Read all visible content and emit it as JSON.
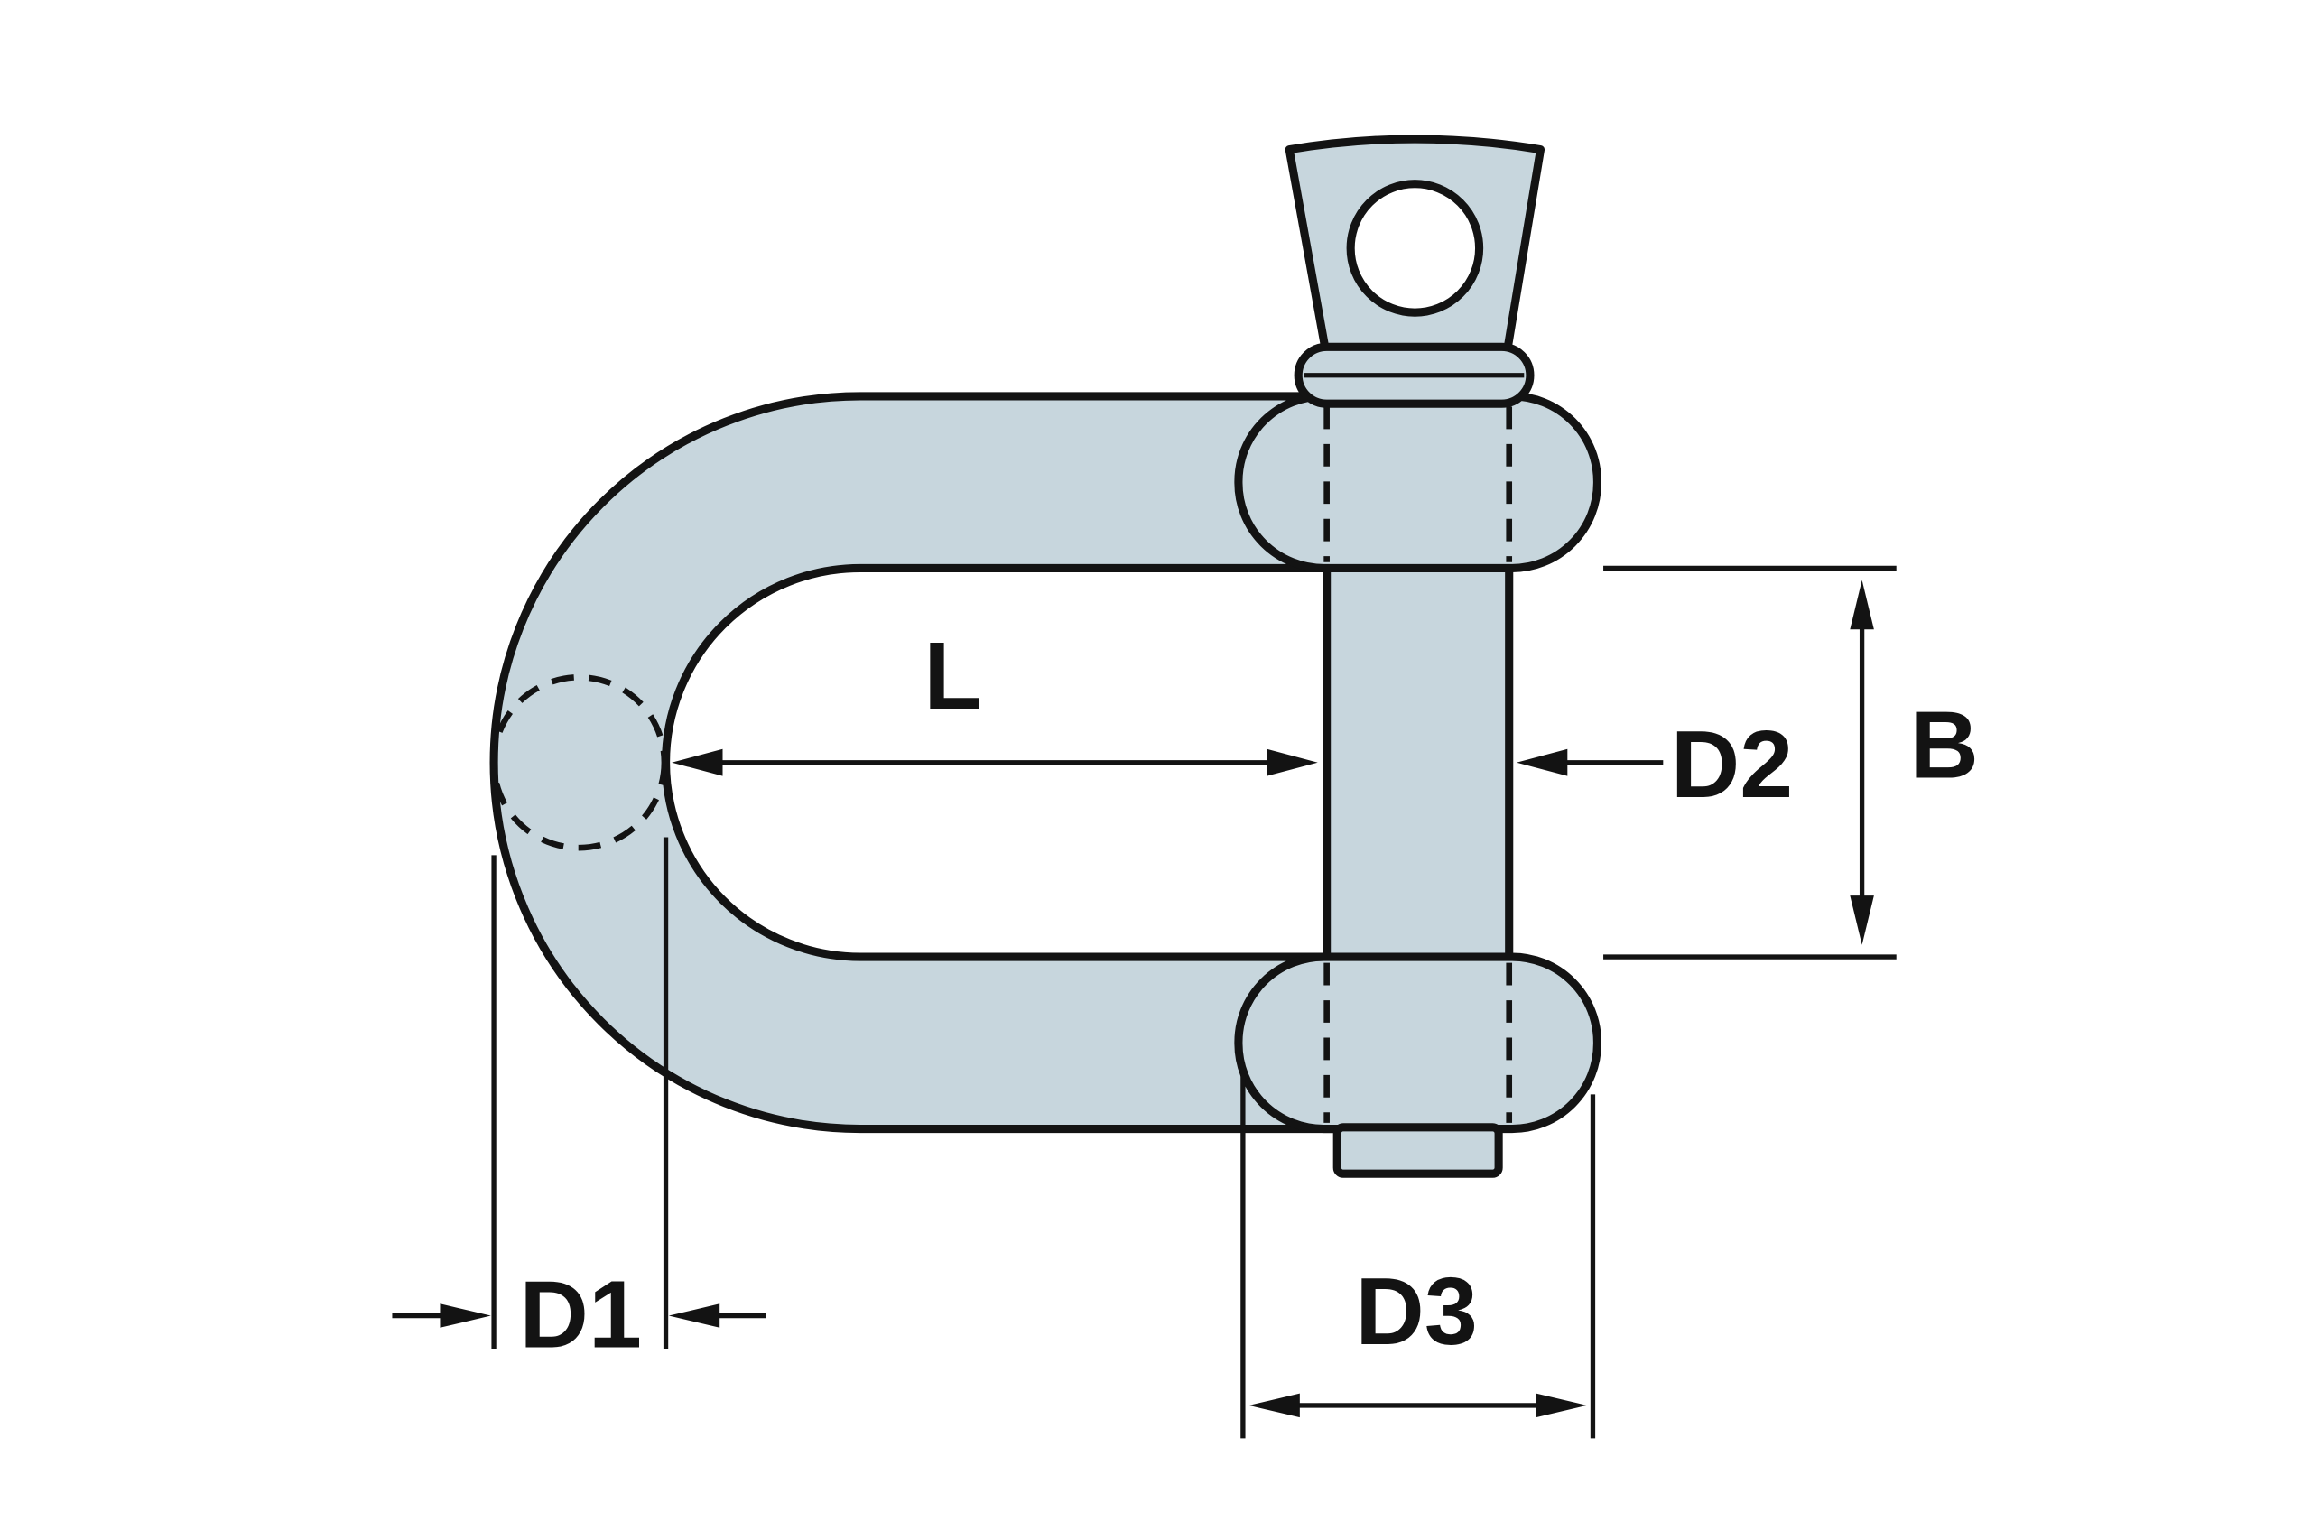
{
  "labels": {
    "L": "L",
    "D1": "D1",
    "D2": "D2",
    "D3": "D3",
    "B": "B"
  },
  "colors": {
    "part_fill": "#c7d6dd",
    "outline": "#131313",
    "background": "#ffffff"
  }
}
